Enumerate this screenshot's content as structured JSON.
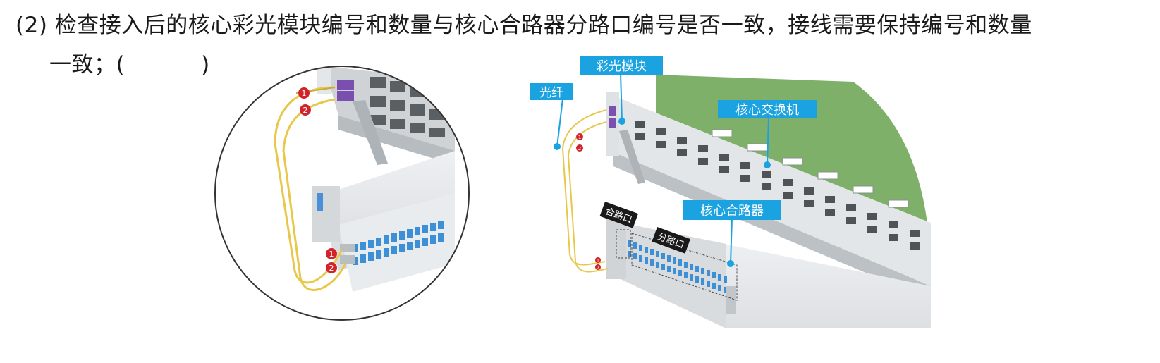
{
  "instruction": {
    "line1": "(2) 检查接入后的核心彩光模块编号和数量与核心合路器分路口编号是否一致，接线需要保持编号和数量",
    "line2_prefix": "一致；(",
    "line2_suffix": ")"
  },
  "detail_figure": {
    "markers": [
      "1",
      "2",
      "1",
      "2"
    ]
  },
  "overview_figure": {
    "callouts": {
      "fiber": "光纤",
      "color_module": "彩光模块",
      "core_switch": "核心交换机",
      "core_multiplexer": "核心合路器"
    },
    "port_tags": {
      "combined_port": "合路口",
      "split_port": "分路口"
    },
    "markers": [
      "1",
      "2",
      "1",
      "2"
    ]
  },
  "colors": {
    "callout_blue": "#1aa3e0",
    "fiber_yellow": "#e8c84a",
    "marker_red": "#d2232a",
    "panel_green": "#7fb06a",
    "port_blue": "#3d8fd6",
    "module_purple": "#7a4fb0"
  }
}
